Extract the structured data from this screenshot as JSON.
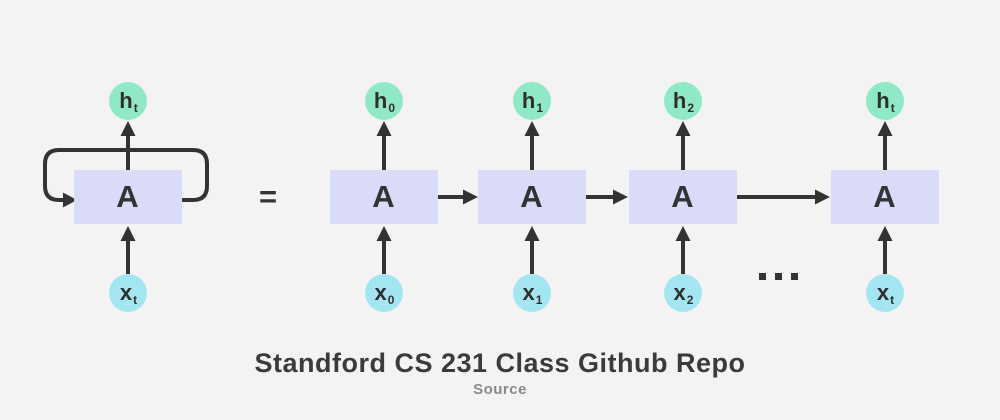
{
  "diagram": {
    "folded": {
      "output": {
        "base": "h",
        "sub": "t"
      },
      "cell": "A",
      "input": {
        "base": "x",
        "sub": "t"
      }
    },
    "equals": "=",
    "unrolled": [
      {
        "output": {
          "base": "h",
          "sub": "0"
        },
        "cell": "A",
        "input": {
          "base": "x",
          "sub": "0"
        }
      },
      {
        "output": {
          "base": "h",
          "sub": "1"
        },
        "cell": "A",
        "input": {
          "base": "x",
          "sub": "1"
        }
      },
      {
        "output": {
          "base": "h",
          "sub": "2"
        },
        "cell": "A",
        "input": {
          "base": "x",
          "sub": "2"
        }
      },
      {
        "output": {
          "base": "h",
          "sub": "t"
        },
        "cell": "A",
        "input": {
          "base": "x",
          "sub": "t"
        }
      }
    ],
    "ellipsis": "..."
  },
  "caption": {
    "title": "Standford CS 231 Class Github Repo",
    "subtitle": "Source"
  },
  "colors": {
    "background": "#f3f3f4",
    "cell_fill": "#d9dbf8",
    "output_fill": "#8fe9c6",
    "input_fill": "#a3e6f2",
    "stroke": "#333333",
    "caption_title": "#3b3b3b",
    "caption_subtitle": "#8a8a8a"
  }
}
